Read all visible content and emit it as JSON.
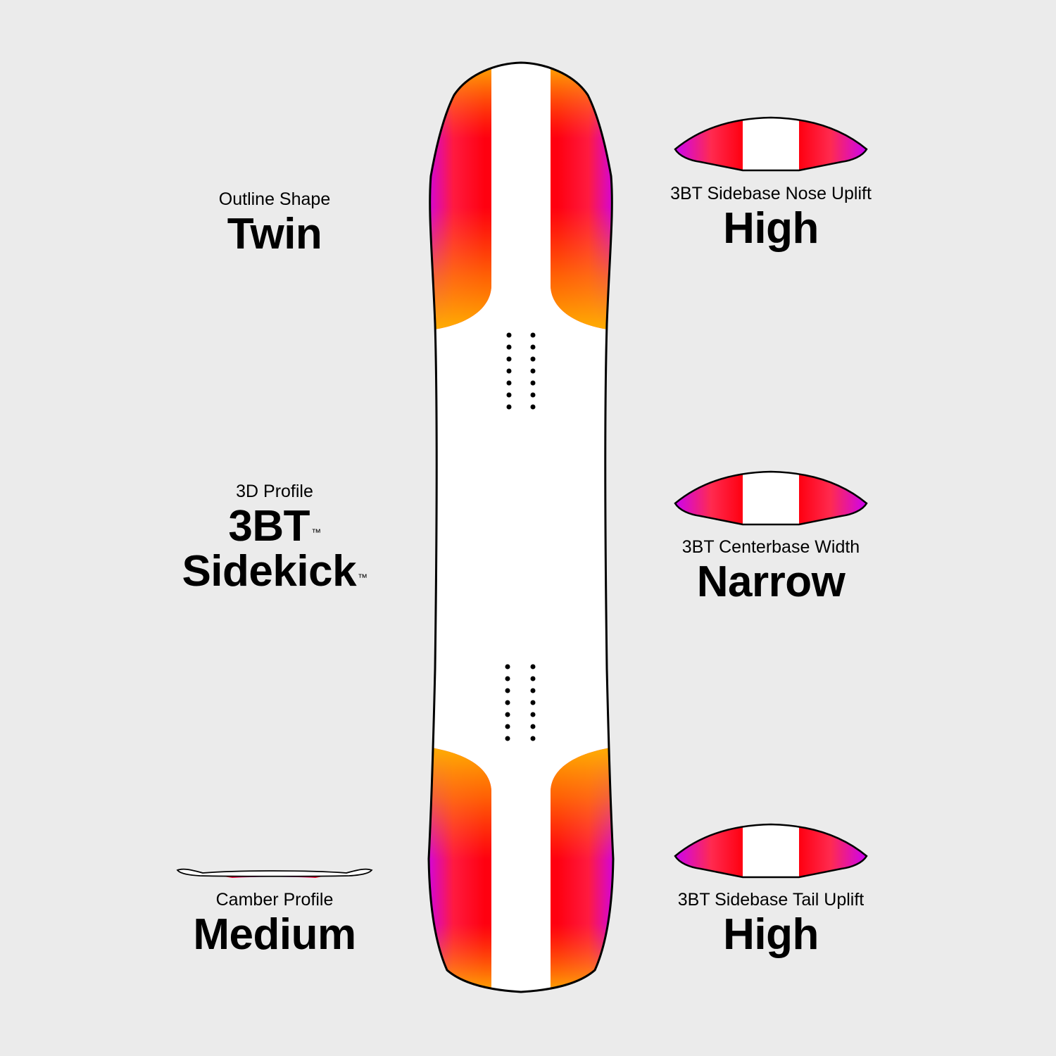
{
  "colors": {
    "background": "#ebebeb",
    "outline": "#000000",
    "board_fill": "#ffffff",
    "gradient_yellow": "#ffc400",
    "gradient_orange": "#ff7a00",
    "gradient_red": "#ff0010",
    "gradient_magenta": "#c800ff"
  },
  "specs": {
    "outline_shape": {
      "label": "Outline Shape",
      "value": "Twin"
    },
    "profile_3d": {
      "label": "3D Profile",
      "value_line1": "3BT",
      "value_line2": "Sidekick",
      "trademark": "™"
    },
    "camber_profile": {
      "label": "Camber Profile",
      "value": "Medium"
    },
    "nose_uplift": {
      "label": "3BT Sidebase Nose Uplift",
      "value": "High"
    },
    "centerbase_width": {
      "label": "3BT Centerbase Width",
      "value": "Narrow"
    },
    "tail_uplift": {
      "label": "3BT Sidebase Tail Uplift",
      "value": "High"
    }
  },
  "icons": {
    "board": "snowboard-top-view-icon",
    "camber": "camber-profile-icon",
    "nose": "base-cross-section-icon",
    "center": "base-cross-section-icon",
    "tail": "base-cross-section-icon"
  }
}
